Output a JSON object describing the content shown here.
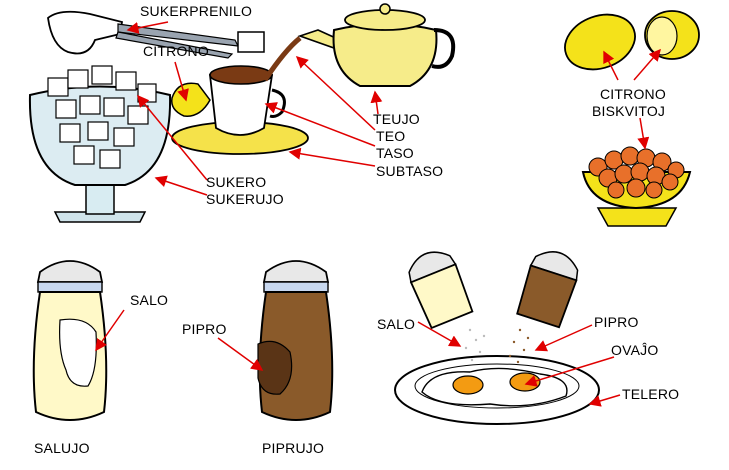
{
  "labels": {
    "sukerprenilo": "SUKERPRENILO",
    "citrono_top": "CITRONO",
    "teujo": "TEUJO",
    "teo": "TEO",
    "taso": "TASO",
    "subtaso": "SUBTASO",
    "sukero": "SUKERO",
    "sukerujo": "SUKERUJO",
    "citrono_right": "CITRONO",
    "biskvitoj": "BISKVITOJ",
    "salo_shaker": "SALO",
    "pipro_shaker": "PIPRO",
    "salujo": "SALUJO",
    "piprujo": "PIPRUJO",
    "salo_plate": "SALO",
    "pipro_plate": "PIPRO",
    "ovajo": "OVAĴO",
    "telero": "TELERO"
  },
  "colors": {
    "arrow": "#e00000",
    "lemon": "#f4e21a",
    "tea": "#7a3a14",
    "biscuit": "#e8702a",
    "pepper": "#8a5a2a",
    "yolk": "#f39b12",
    "glass": "#cfe3ea",
    "teapot": "#f6ec8a"
  }
}
